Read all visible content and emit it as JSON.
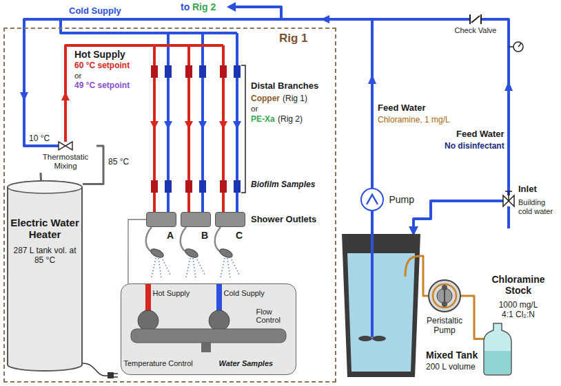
{
  "diagram": {
    "nodes": [
      {
        "text": [
          "Rig 1"
        ]
      },
      {
        "text": [
          "Thermostatic Mixing"
        ],
        "in": 0
      },
      {
        "text": [
          "Electric Water Heater",
          "287 L tank vol. at 85 °C"
        ],
        "in": 0
      },
      {
        "text": [
          "A"
        ],
        "in": 0
      },
      {
        "text": [
          "B"
        ],
        "in": 0
      },
      {
        "text": [
          "C"
        ],
        "in": 0
      },
      {
        "text": [
          "Hot Supply",
          "Cold Supply",
          "Temperature Control",
          "Flow Control",
          "Water Samples"
        ],
        "in": 0
      },
      {
        "text": [
          "Pump"
        ]
      },
      {
        "text": [
          "Check Valve"
        ]
      },
      {
        "text": [
          "Inlet",
          "Building cold water"
        ]
      },
      {
        "text": [
          "Mixed Tank",
          "200 L volume"
        ]
      },
      {
        "text": [
          "Peristaltic Pump"
        ]
      },
      {
        "text": [
          "Chloramine Stock",
          "1000 mg/L 4:1 Cl₂:N"
        ]
      }
    ],
    "edges": [
      {
        "from": 10,
        "to": 7,
        "arrow": "none"
      },
      {
        "from": 9,
        "to": 10,
        "arrow": "to"
      },
      {
        "from": 12,
        "to": 11,
        "arrow": "none"
      },
      {
        "from": 11,
        "to": 10,
        "arrow": "none"
      },
      {
        "from": 2,
        "to": 1,
        "arrow": "none",
        "label": "85 °C"
      },
      {
        "from": 1,
        "to": 2,
        "arrow": "none"
      },
      {
        "from": 3,
        "to": 6,
        "arrow": "none"
      }
    ],
    "labels": [
      "Cold Supply",
      "to",
      "Rig 2",
      "Hot Supply",
      "60 °C setpoint",
      "or",
      "49 °C setpoint",
      "10 °C",
      "Distal Branches",
      "Copper",
      "(Rig 1)",
      "or",
      "PE-Xa",
      "(Rig 2)",
      "Biofilm Samples",
      "Shower Outlets",
      "Feed Water",
      "Chloramine, 1 mg/L",
      "Feed Water",
      "No disinfectant"
    ]
  }
}
